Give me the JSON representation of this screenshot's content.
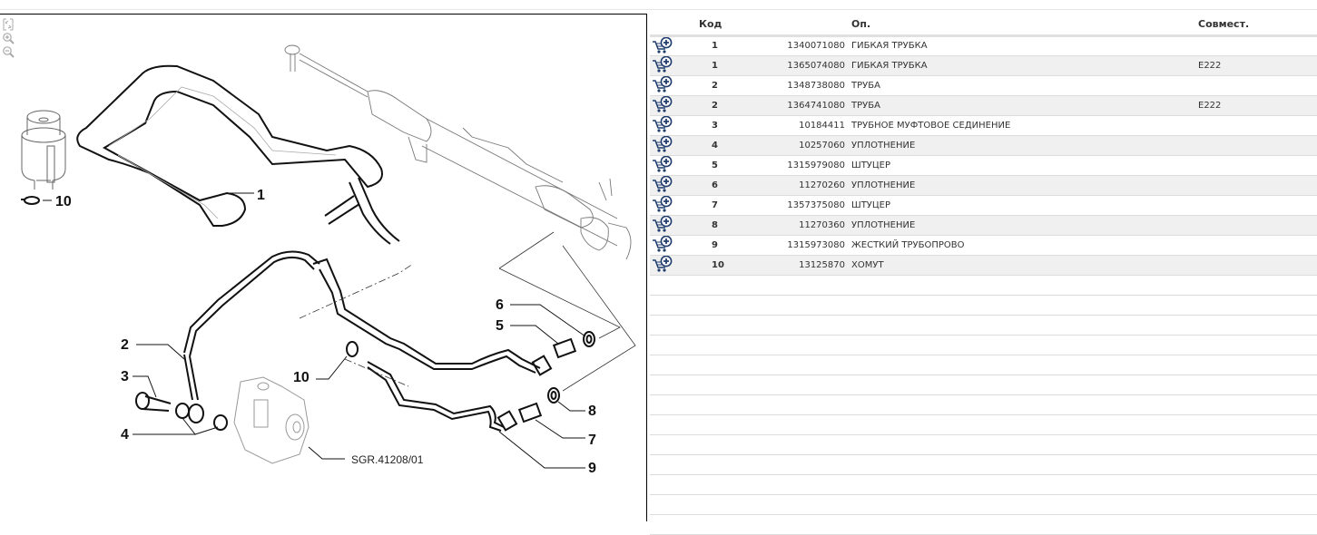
{
  "diagram": {
    "tools": [
      {
        "name": "fit-icon",
        "label": "fit"
      },
      {
        "name": "zoom-in-icon",
        "label": "zoom in"
      },
      {
        "name": "zoom-out-icon",
        "label": "zoom out"
      }
    ],
    "callouts": [
      "1",
      "2",
      "3",
      "4",
      "5",
      "6",
      "7",
      "8",
      "9",
      "10",
      "10"
    ],
    "reference": "SGR.41208/01"
  },
  "table": {
    "headers": {
      "cart": "",
      "pos": "Код",
      "code": "",
      "desc": "Оп.",
      "compat": "Совмест."
    },
    "rows": [
      {
        "pos": "1",
        "code": "1340071080",
        "desc": "ГИБКАЯ ТРУБКА",
        "compat": ""
      },
      {
        "pos": "1",
        "code": "1365074080",
        "desc": "ГИБКАЯ ТРУБКА",
        "compat": "E222"
      },
      {
        "pos": "2",
        "code": "1348738080",
        "desc": "ТРУБА",
        "compat": ""
      },
      {
        "pos": "2",
        "code": "1364741080",
        "desc": "ТРУБА",
        "compat": "E222"
      },
      {
        "pos": "3",
        "code": "10184411",
        "desc": "ТРУБНОЕ МУФТОВОЕ СЕДИНЕНИЕ",
        "compat": ""
      },
      {
        "pos": "4",
        "code": "10257060",
        "desc": "УПЛОТНЕНИЕ",
        "compat": ""
      },
      {
        "pos": "5",
        "code": "1315979080",
        "desc": "ШТУЦЕР",
        "compat": ""
      },
      {
        "pos": "6",
        "code": "11270260",
        "desc": "УПЛОТНЕНИЕ",
        "compat": ""
      },
      {
        "pos": "7",
        "code": "1357375080",
        "desc": "ШТУЦЕР",
        "compat": ""
      },
      {
        "pos": "8",
        "code": "11270360",
        "desc": "УПЛОТНЕНИЕ",
        "compat": ""
      },
      {
        "pos": "9",
        "code": "1315973080",
        "desc": "ЖЕСТКИЙ ТРУБОПРОВО",
        "compat": ""
      },
      {
        "pos": "10",
        "code": "13125870",
        "desc": "ХОМУТ",
        "compat": ""
      }
    ],
    "row_icon": "add-to-cart-icon",
    "colors": {
      "alt_row": "#f0f0f0",
      "cart_icon": "#1f3e6e"
    }
  }
}
